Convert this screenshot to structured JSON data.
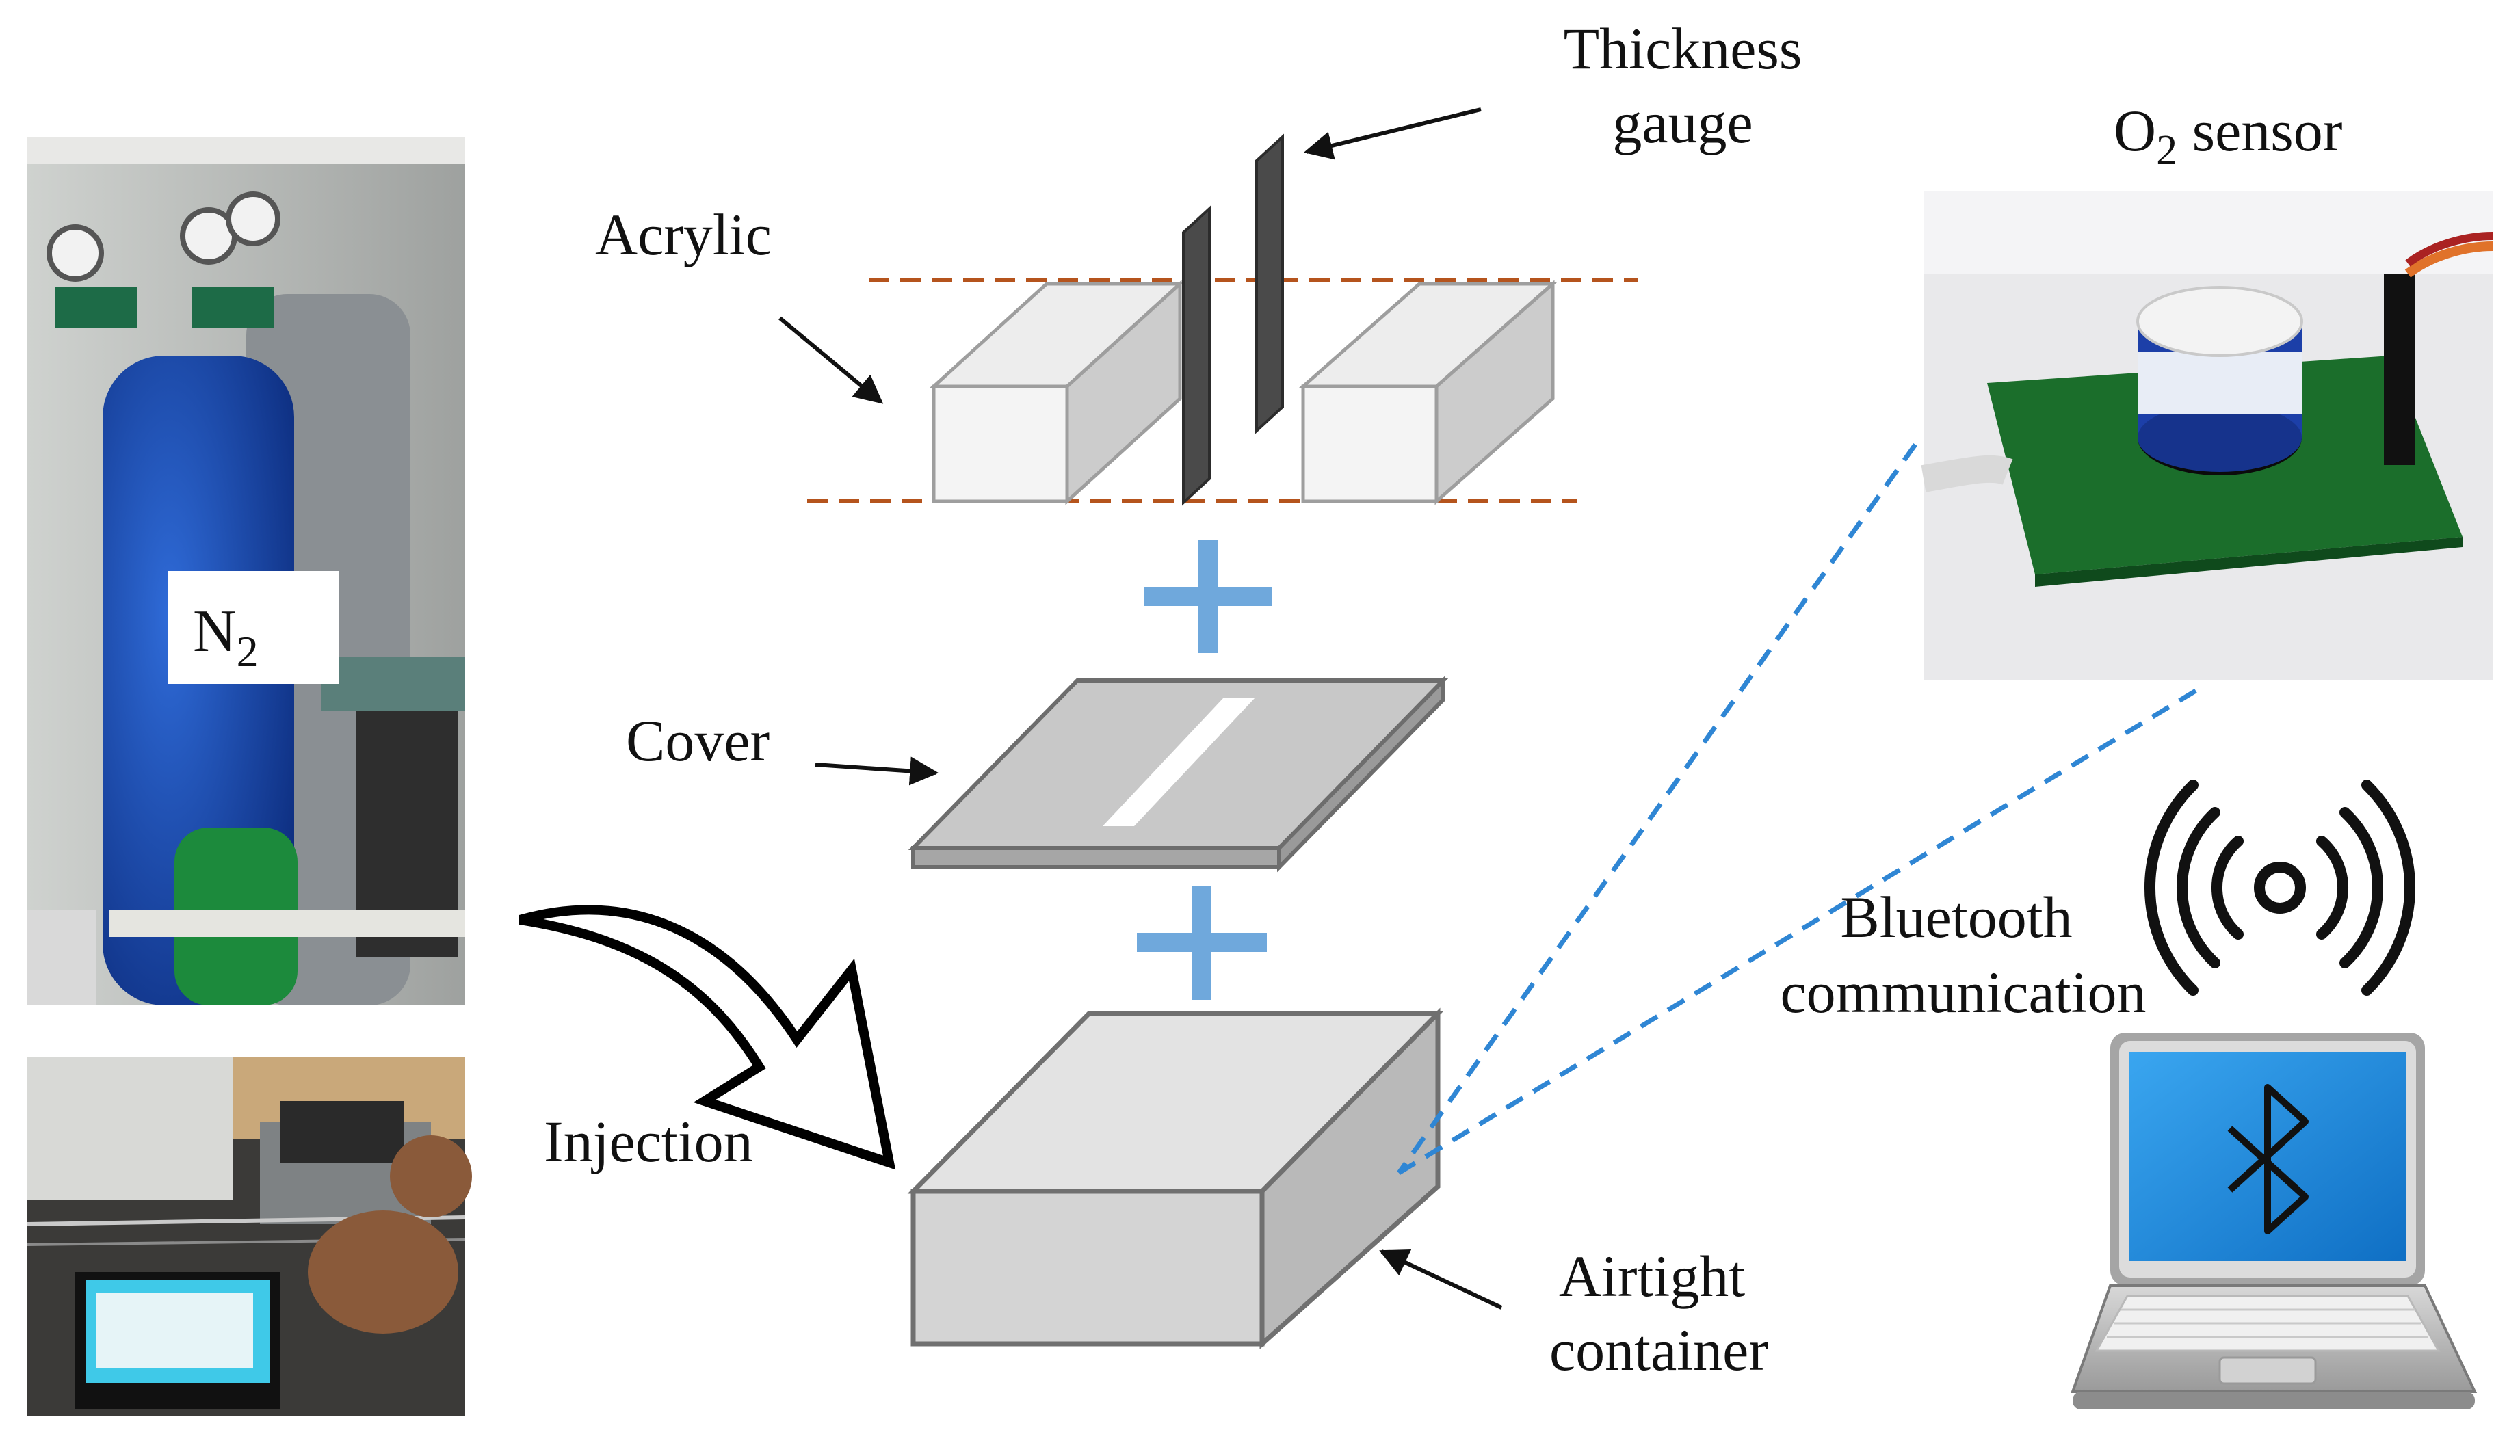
{
  "labels": {
    "thickness_gauge_line1": "Thickness",
    "thickness_gauge_line2": "gauge",
    "acrylic": "Acrylic",
    "cover": "Cover",
    "injection": "Injection",
    "airtight_line1": "Airtight",
    "airtight_line2": "container",
    "o2_main": "O",
    "o2_sub": "2",
    "o2_rest": " sensor",
    "bluetooth_line1": "Bluetooth",
    "bluetooth_line2": "communication",
    "n2_main": "N",
    "n2_sub": "2"
  },
  "colors": {
    "dashed_guide": "#b5541d",
    "plus": "#6fa8dc",
    "wireless_dash": "#2f86d4",
    "gauge": "#4a4a4a",
    "block_front": "#efefef",
    "block_side": "#cfcfcf",
    "block_top": "#e0e0e0",
    "laptop_screen": "#1f8ee0"
  },
  "icons": {
    "bluetooth": "bluetooth-icon",
    "wireless": "wireless-signal-icon",
    "laptop": "laptop-icon"
  }
}
